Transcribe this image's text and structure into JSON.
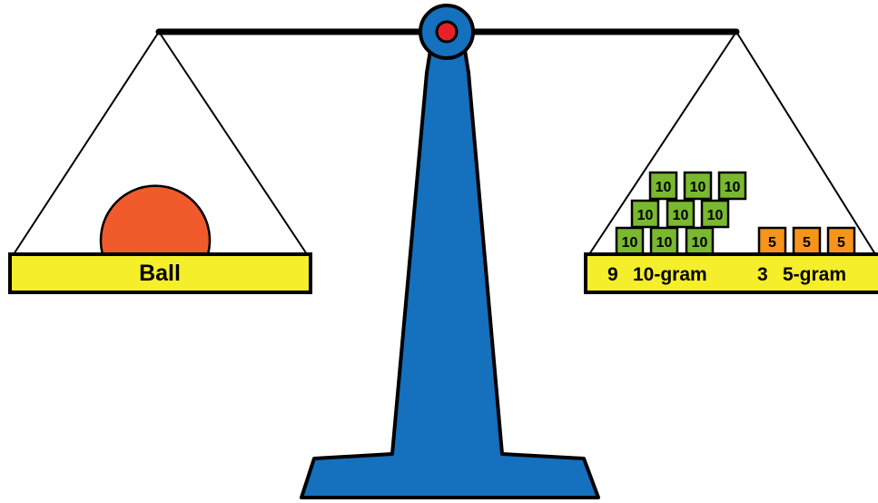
{
  "left_pan": {
    "label": "Ball",
    "object": "ball"
  },
  "right_pan": {
    "label_count_10": "9",
    "label_unit_10": "10-gram",
    "label_count_5": "3",
    "label_unit_5": "5-gram",
    "weights_10": [
      "10",
      "10",
      "10",
      "10",
      "10",
      "10",
      "10",
      "10",
      "10"
    ],
    "weights_5": [
      "5",
      "5",
      "5"
    ]
  },
  "colors": {
    "stand": "#1570be",
    "pivot": "#e8202a",
    "pan": "#f5ee2a",
    "ball": "#f15a2b",
    "weight_10": "#79b82f",
    "weight_5": "#f7941d"
  }
}
